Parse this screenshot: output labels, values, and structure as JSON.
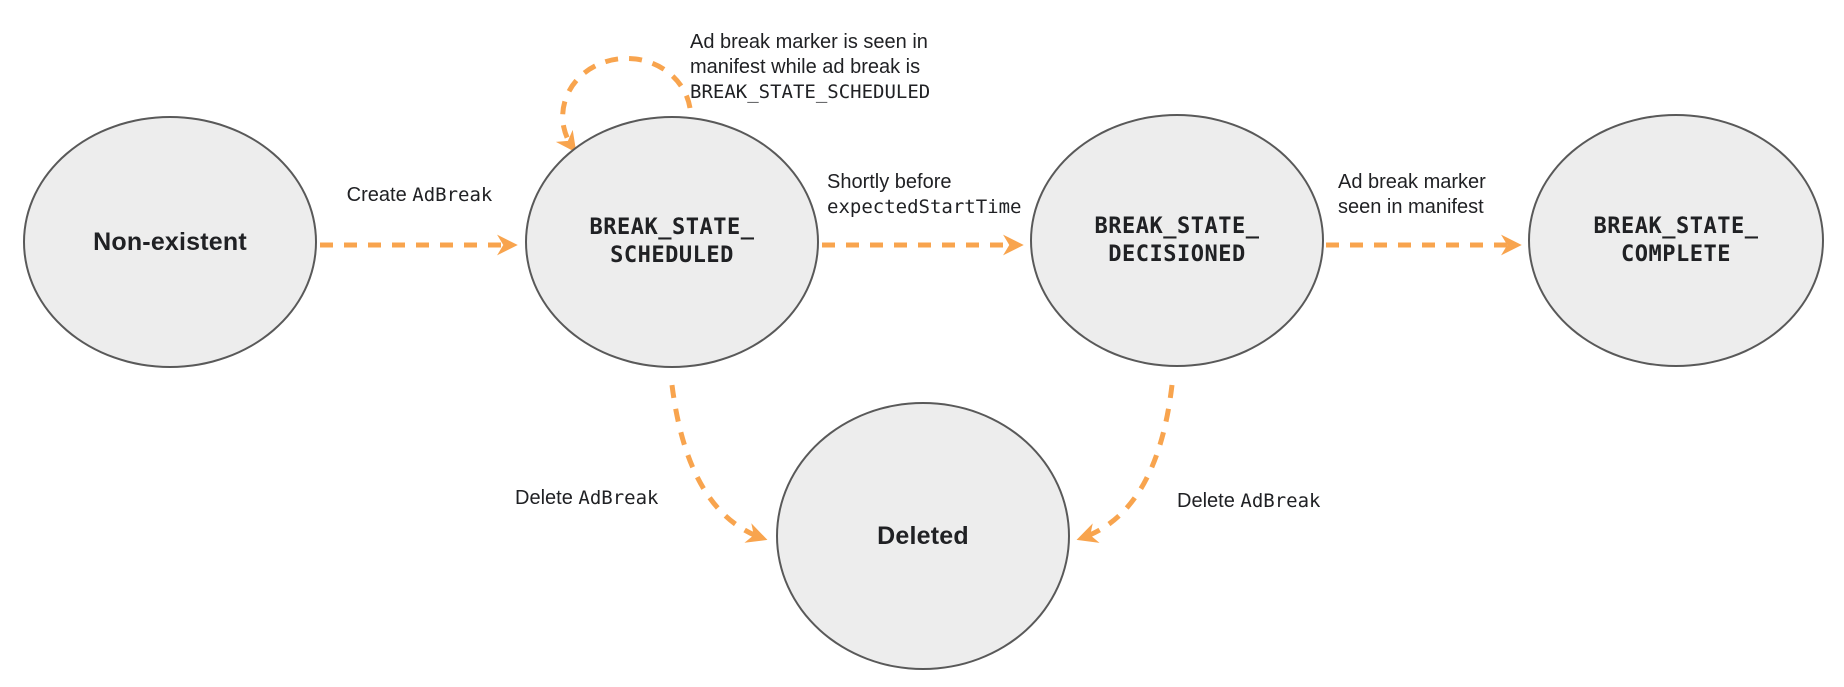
{
  "diagram": {
    "states": {
      "non_existent": {
        "label": "Non-existent"
      },
      "scheduled": {
        "line1": "BREAK_STATE_",
        "line2": "SCHEDULED"
      },
      "decisioned": {
        "line1": "BREAK_STATE_",
        "line2": "DECISIONED"
      },
      "complete": {
        "line1": "BREAK_STATE_",
        "line2": "COMPLETE"
      },
      "deleted": {
        "label": "Deleted"
      }
    },
    "edges": {
      "create": {
        "text": "Create",
        "code": "AdBreak"
      },
      "self_loop": {
        "line1": "Ad break marker is seen in",
        "line2": "manifest while ad break is",
        "code": "BREAK_STATE_SCHEDULED"
      },
      "shortly_before": {
        "text": "Shortly before",
        "code": "expectedStartTime"
      },
      "marker_seen": {
        "line1": "Ad break marker",
        "line2": "seen in manifest"
      },
      "delete_left": {
        "text": "Delete",
        "code": "AdBreak"
      },
      "delete_right": {
        "text": "Delete",
        "code": "AdBreak"
      }
    },
    "colors": {
      "arrow": "#F8A44E",
      "state_fill": "#EDEDED",
      "state_border": "#595959",
      "text": "#202124"
    }
  }
}
